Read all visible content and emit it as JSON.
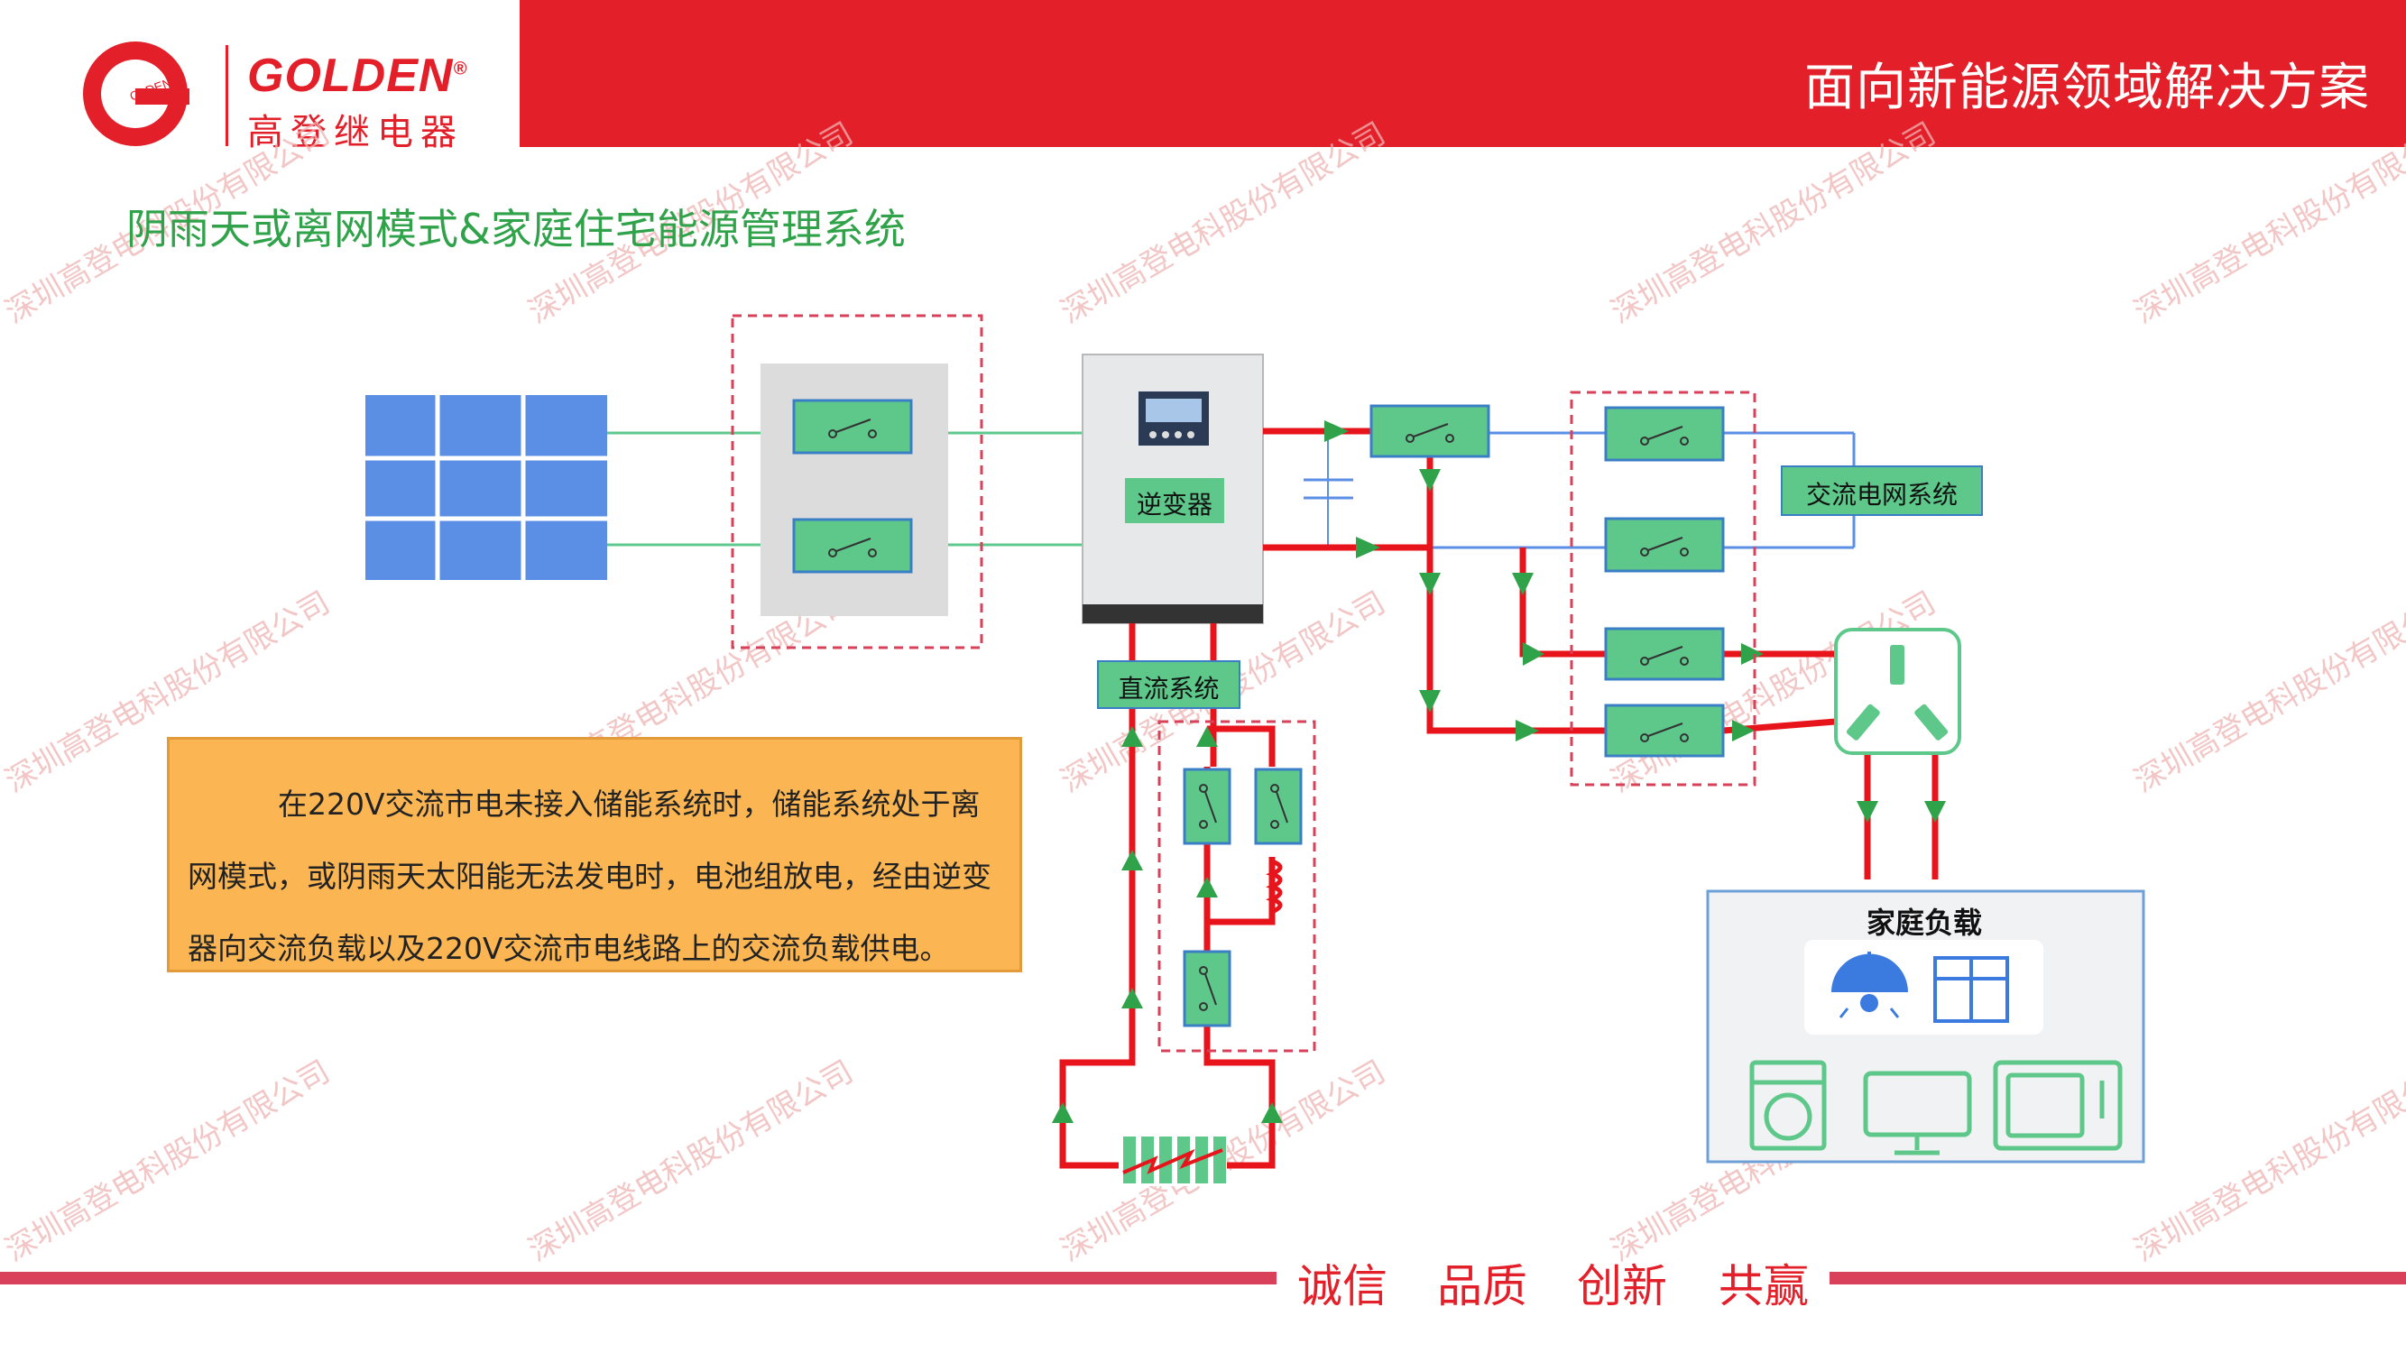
{
  "header": {
    "brand": "GOLDEN",
    "brand_mark": "®",
    "brand_cn": "高登继电器",
    "logo_letters": "OLDEN",
    "title": "面向新能源领域解决方案"
  },
  "page_title": "阴雨天或离网模式&家庭住宅能源管理系统",
  "watermark_text": "深圳高登电科股份有限公司",
  "diagram": {
    "inverter_label": "逆变器",
    "dc_system_label": "直流系统",
    "grid_label": "交流电网系统",
    "home_load_label": "家庭负载"
  },
  "info_text": "在220V交流市电未接入储能系统时，储能系统处于离网模式，或阴雨天太阳能无法发电时，电池组放电，经由逆变器向交流负载以及220V交流市电线路上的交流负载供电。",
  "footer": {
    "slogans": [
      "诚信",
      "品质",
      "创新",
      "共赢"
    ]
  },
  "colors": {
    "brand_red": "#e3202a",
    "title_green": "#2fa24a",
    "relay_green": "#5dc88a",
    "flow_red": "#e8141c",
    "info_orange": "#fbb653"
  }
}
